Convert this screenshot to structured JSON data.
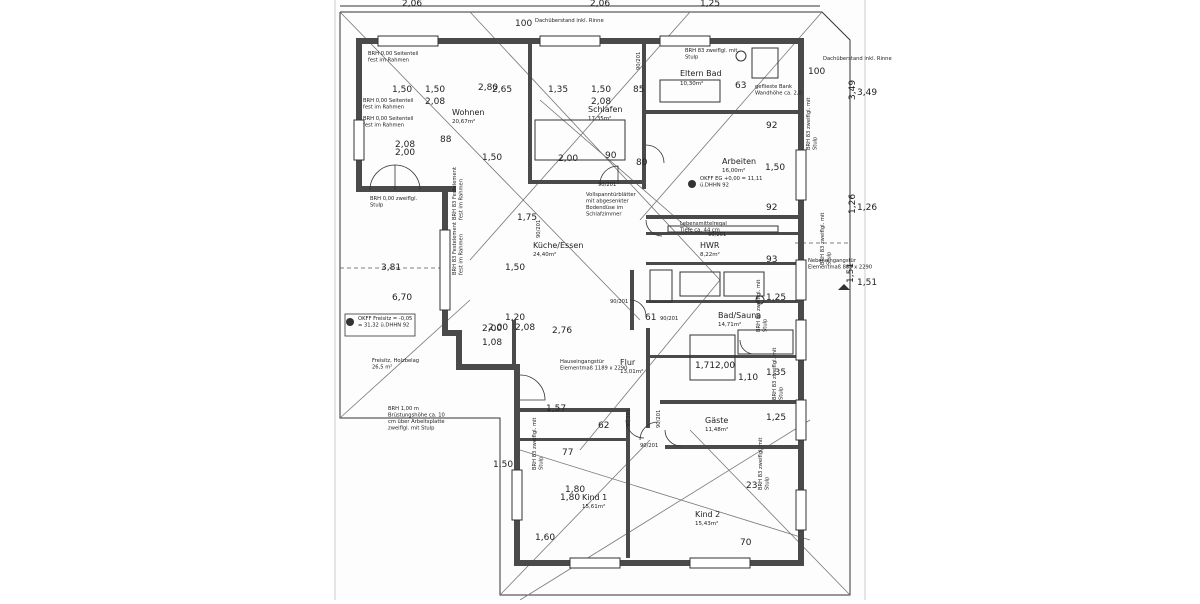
{
  "top_dimensions": [
    "2,06",
    "2,06",
    "1,25"
  ],
  "roof_notes": {
    "top": "Dachüberstand inkl. Rinne",
    "right": "Dachüberstand inkl. Rinne"
  },
  "rooms": [
    {
      "name": "Wohnen",
      "area": "20,67m²"
    },
    {
      "name": "Schlafen",
      "area": "17,35m²"
    },
    {
      "name": "Eltern Bad",
      "area": "10,30m²"
    },
    {
      "name": "Arbeiten",
      "area": "16,00m²"
    },
    {
      "name": "Küche/Essen",
      "area": "24,40m²"
    },
    {
      "name": "HWR",
      "area": "8,22m²"
    },
    {
      "name": "Bad/Sauna",
      "area": "14,71m²"
    },
    {
      "name": "Flur",
      "area": "13,01m²"
    },
    {
      "name": "Gäste",
      "area": "11,48m²"
    },
    {
      "name": "Kind 1",
      "area": "15,61m²"
    },
    {
      "name": "Kind 2",
      "area": "15,43m²"
    }
  ],
  "notes": [
    "BRH 0,00 Seitenteil fest im Rahmen",
    "BRH 0,00 Seitenteil fest im Rahmen",
    "BRH 0,00 Seitenteil fest im Rahmen",
    "BRH 83 zweiflgl. mit Stulp",
    "BRH 0,00 zweiflgl. Stulp",
    "BRH 83 Festelement fest im Rahmen",
    "BRH 83 Festelement fest im Rahmen",
    "Vollspanntürblätter mit abgesenkter Bodendüse im Schlafzimmer",
    "Lebensmittelregal Tiefe ca. 44 cm",
    "OKFF EG +0,00 = 11,11 ü.DHHN 92",
    "OKFF Freisitz = -0,05 = 31,32 ü.DHHN 92",
    "Freisitz, Holzbelag 26,5 m²",
    "Hauseingangstür Elementmaß 1189 x 2290",
    "Nebeneingangstür Elementmaß 889 x 2290",
    "BRH 1,00 m Brüstungshöhe ca. 10 cm über Arbeitsplatte zweiflgl. mit Stulp",
    "geflieste Bank Wandhöhe ca. 2,0",
    "BRH 83 zweiflgl. mit Stulp",
    "BRH 83 zweiflgl. mit Stulp",
    "BRH 83 zweiflgl. mit Stulp",
    "BRH 83 zweiflgl. mit Stulp",
    "BRH 83 zweiflgl. mit Stulp",
    "BRH 83 zweiflgl. mit Stulp"
  ],
  "dimensions": [
    "1,50",
    "1,50",
    "2,08",
    "2,80",
    "2,65",
    "1,35",
    "1,50",
    "2,08",
    "2,08",
    "2,00",
    "2,00",
    "2,00",
    "1,50",
    "1,75",
    "1,50",
    "1,20",
    "3,81",
    "6,70",
    "2,76",
    "2,08",
    "2,00",
    "1,08",
    "1,57",
    "1,50",
    "1,60",
    "1,80",
    "2,00",
    "1,71",
    "1,10",
    "1,25",
    "1,25",
    "1,35",
    "1,50",
    "1,80",
    "1,26",
    "3,49",
    "1,51",
    "90",
    "80",
    "85",
    "63",
    "88",
    "92",
    "92",
    "93",
    "100",
    "100",
    "61",
    "23",
    "77",
    "62",
    "70"
  ],
  "door_sizes": [
    "90/201",
    "90/201",
    "90/201",
    "90/201",
    "90/201",
    "90/201",
    "90/201",
    "90/201",
    "90/201"
  ],
  "right_margin_dims": [
    "1,26",
    "3,49",
    "1,51"
  ]
}
